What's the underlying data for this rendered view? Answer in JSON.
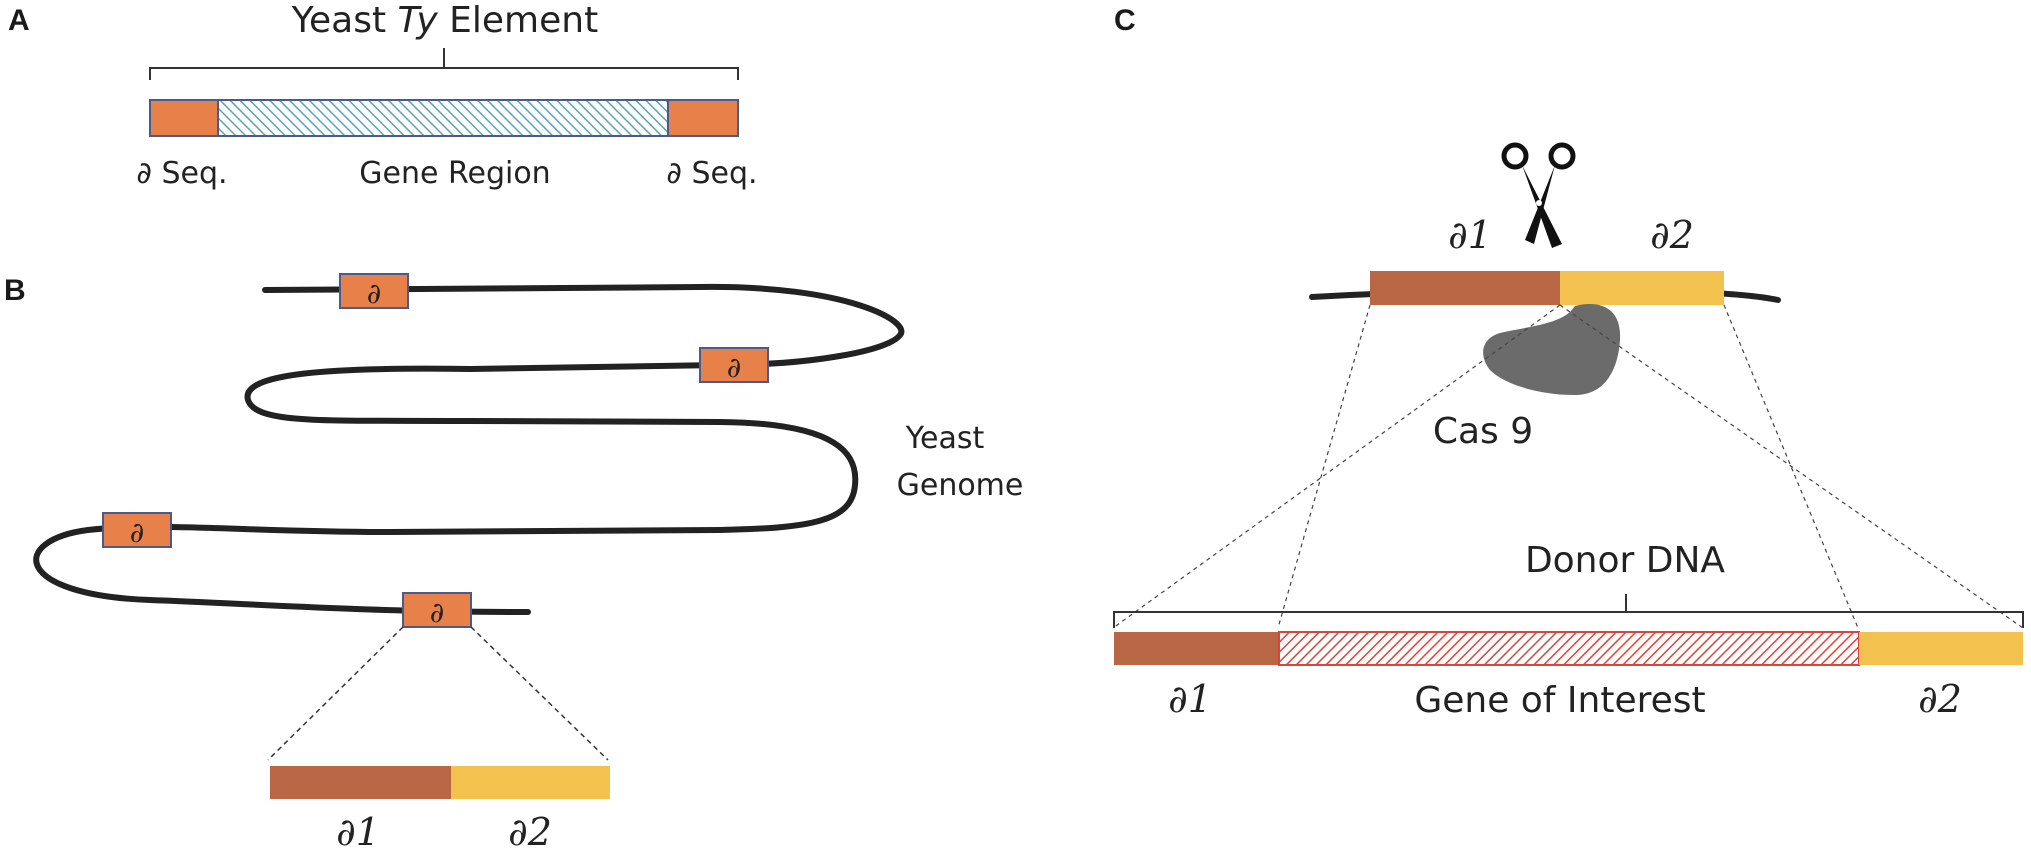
{
  "panels": {
    "a": {
      "letter": "A",
      "title_prefix": "Yeast ",
      "title_italic": "Ty",
      "title_suffix": " Element",
      "left_ltr_label": "∂ Seq.",
      "gene_region_label": "Gene Region",
      "right_ltr_label": "∂ Seq."
    },
    "b": {
      "letter": "B",
      "delta_symbol": "∂",
      "genome_label_line1": "Yeast",
      "genome_label_line2": "Genome",
      "zoom_label_1": "∂1",
      "zoom_label_2": "∂2"
    },
    "c": {
      "letter": "C",
      "target_label_1": "∂1",
      "target_label_2": "∂2",
      "enzyme_label": "Cas 9",
      "donor_title": "Donor DNA",
      "donor_left_label": "∂1",
      "donor_middle_label": "Gene of Interest",
      "donor_right_label": "∂2"
    }
  },
  "colors": {
    "ltr_orange": "#E8804A",
    "delta1_brown": "#B86644",
    "delta2_yellow": "#F2C14E",
    "gene_region_hatch": "#5BA3B8",
    "gene_interest_hatch": "#D9453A",
    "dna_strand": "#222222",
    "cas9_gray": "#6B6B6B",
    "box_border": "#4A5A8A"
  }
}
